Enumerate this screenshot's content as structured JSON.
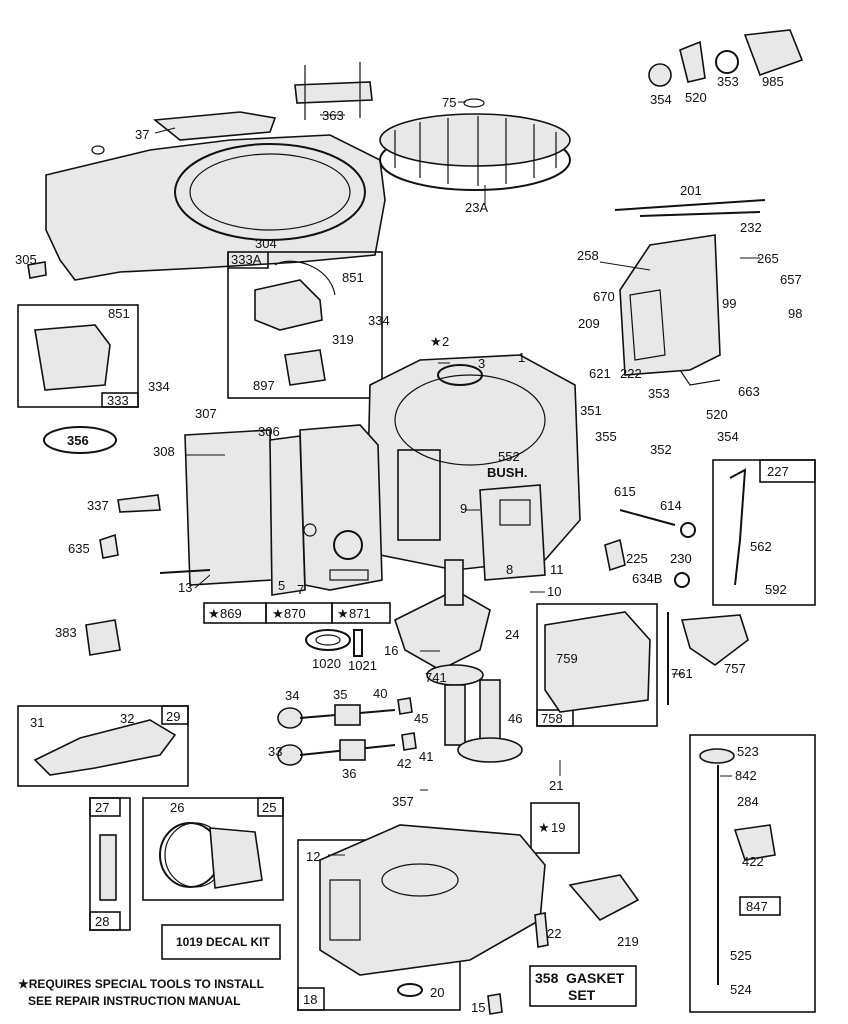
{
  "labels": {
    "p37": "37",
    "p363": "363",
    "p75": "75",
    "p354a": "354",
    "p520a": "520",
    "p353a": "353",
    "p985": "985",
    "p23A": "23A",
    "p201": "201",
    "p232": "232",
    "p305": "305",
    "p304": "304",
    "p333A": "333A",
    "p851a": "851",
    "p334a": "334",
    "p319": "319",
    "p897": "897",
    "p258": "258",
    "p265": "265",
    "p657": "657",
    "p670": "670",
    "p209": "209",
    "p99": "99",
    "p98": "98",
    "p621": "621",
    "p222": "222",
    "p663": "663",
    "p851b": "851",
    "p334b": "334",
    "p333": "333",
    "p356": "356",
    "p307": "307",
    "p306": "306",
    "p2": "2",
    "p3": "3",
    "p1": "1",
    "p353b": "353",
    "p351": "351",
    "p520b": "520",
    "p355": "355",
    "p354b": "354",
    "p352": "352",
    "p308": "308",
    "p552": "552",
    "bush": "BUSH.",
    "p227": "227",
    "p337": "337",
    "p9": "9",
    "p615": "615",
    "p614": "614",
    "p562": "562",
    "p635": "635",
    "p11": "11",
    "p8": "8",
    "p225": "225",
    "p230": "230",
    "p13": "13",
    "p5": "5",
    "p7": "7",
    "p634B": "634B",
    "p592": "592",
    "p10": "10",
    "p869": "869",
    "p870": "870",
    "p871": "871",
    "p383": "383",
    "p24": "24",
    "p1020": "1020",
    "p1021": "1021",
    "p16": "16",
    "p759": "759",
    "p761": "761",
    "p757": "757",
    "p741": "741",
    "p34": "34",
    "p35": "35",
    "p40": "40",
    "p758": "758",
    "p45": "45",
    "p46": "46",
    "p31": "31",
    "p32": "32",
    "p29": "29",
    "p33": "33",
    "p36": "36",
    "p42": "42",
    "p41": "41",
    "p523": "523",
    "p842": "842",
    "p21": "21",
    "p284": "284",
    "p27": "27",
    "p26": "26",
    "p25": "25",
    "p357": "357",
    "p19": "19",
    "p422": "422",
    "p12": "12",
    "p847": "847",
    "p28": "28",
    "p22": "22",
    "p219": "219",
    "p525": "525",
    "p18": "18",
    "p20": "20",
    "p15": "15",
    "p524": "524"
  },
  "boxes": {
    "decal_kit": "1019 DECAL KIT",
    "gasket_num": "358",
    "gasket_line1": "GASKET",
    "gasket_line2": "SET"
  },
  "footnote": {
    "line1": "★REQUIRES SPECIAL TOOLS TO INSTALL",
    "line2": "SEE REPAIR INSTRUCTION MANUAL"
  },
  "star": "★"
}
